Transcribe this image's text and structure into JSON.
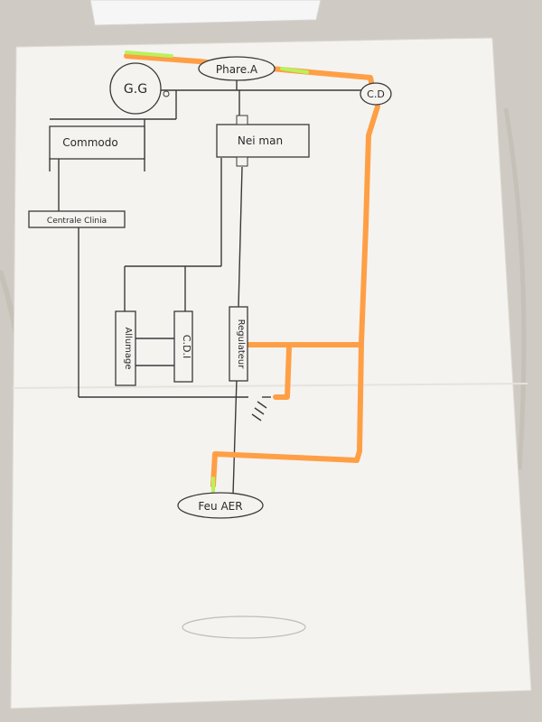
{
  "diagram": {
    "labels": {
      "phare": "Phare.A",
      "gg": "G.G",
      "cd": "C.D",
      "commodo": "Commodo",
      "neiman": "Nei man",
      "centrale": "Centrale Clinia",
      "allumage": "Allumage",
      "cdi": "C.D.I",
      "regulateur": "Regulateur",
      "feu": "Feu AER"
    },
    "colors": {
      "wire_pencil": "#3a3a3a",
      "wire_highlight": "#ff9f45",
      "highlight_green": "#b8f25a",
      "paper": "#f4f3f0",
      "background": "#cfcac3"
    }
  }
}
